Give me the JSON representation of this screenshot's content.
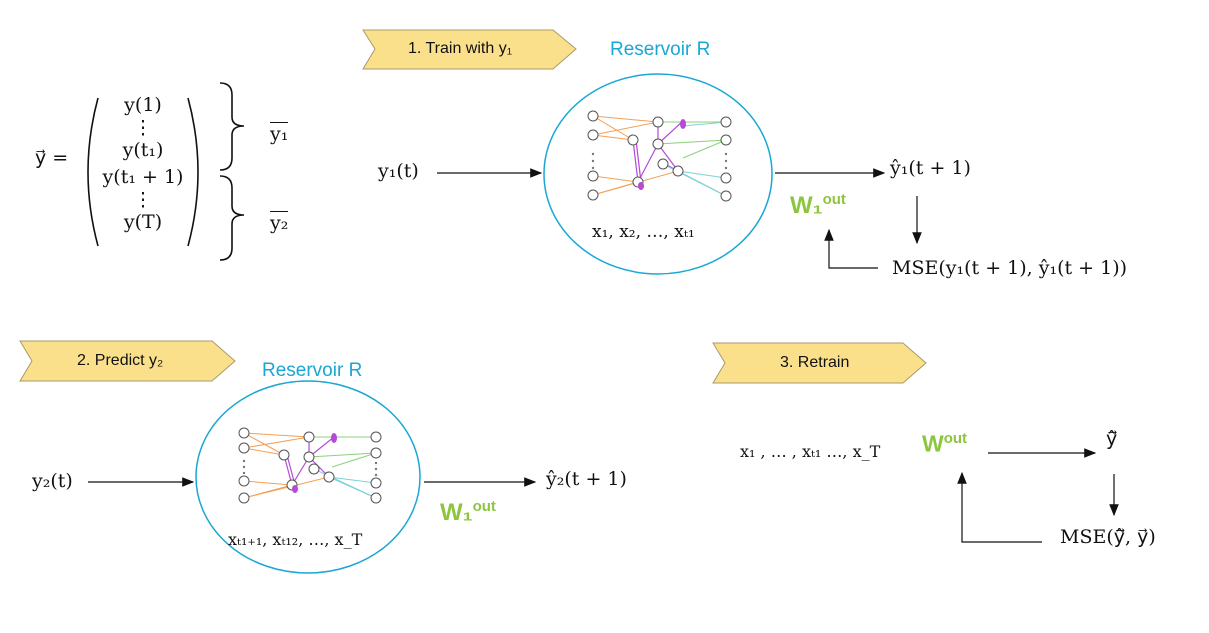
{
  "colors": {
    "banner_fill": "#fbe08c",
    "banner_stroke": "#a89a6c",
    "reservoir": "#1aa7d4",
    "weight": "#8cc63f",
    "edge_orange": "#f4a056",
    "edge_purple": "#b44ad6",
    "edge_green": "#8cd17a",
    "edge_teal": "#7fd0d9"
  },
  "vector": {
    "lhs": "y⃗ =",
    "entries": [
      "y(1)",
      "⋮",
      "y(t₁)",
      "y(t₁ + 1)",
      "⋮",
      "y(T)"
    ],
    "brace_labels": [
      "y₁",
      "y₂"
    ]
  },
  "steps": [
    {
      "label": "1. Train with y₁",
      "reservoir": "Reservoir R",
      "input": "y₁(t)",
      "states": "x₁, x₂, …, xₜ₁",
      "output": "ŷ₁(t + 1)",
      "weight": "W₁",
      "weight_sup": "out",
      "loss": "MSE(y₁(t + 1), ŷ₁(t + 1))"
    },
    {
      "label": "2. Predict y₂",
      "reservoir": "Reservoir R",
      "input": "y₂(t)",
      "states": "xₜ₁₊₁, xₜ₁₂, …, x_T",
      "output": "ŷ₂(t + 1)",
      "weight": "W₁",
      "weight_sup": "out"
    },
    {
      "label": "3. Retrain",
      "states": "x₁ , … , xₜ₁ …, x_T",
      "weight": "W",
      "weight_sup": "out",
      "output": "ŷ⃗",
      "loss": "MSE(ŷ⃗, y⃗)"
    }
  ]
}
